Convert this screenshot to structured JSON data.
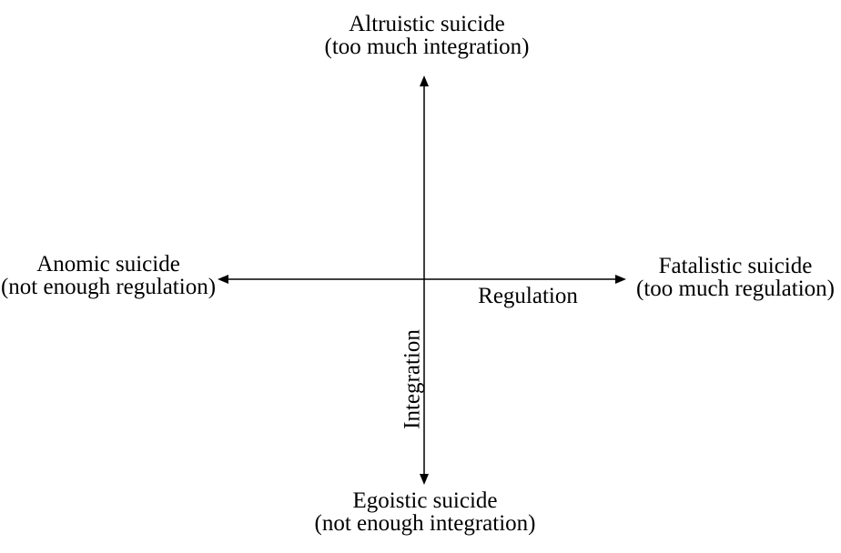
{
  "diagram": {
    "quadrants": {
      "top": {
        "line1": "Altruistic suicide",
        "line2": "(too much integration)"
      },
      "left": {
        "line1": "Anomic suicide",
        "line2": "(not enough regulation)"
      },
      "right": {
        "line1": "Fatalistic suicide",
        "line2": "(too much regulation)"
      },
      "bottom": {
        "line1": "Egoistic suicide",
        "line2": "(not enough integration)"
      }
    },
    "axes": {
      "horizontal": {
        "label": "Regulation"
      },
      "vertical": {
        "label": "Integration"
      }
    },
    "colors": {
      "text": "#000000",
      "line": "#000000",
      "background": "#ffffff"
    }
  }
}
